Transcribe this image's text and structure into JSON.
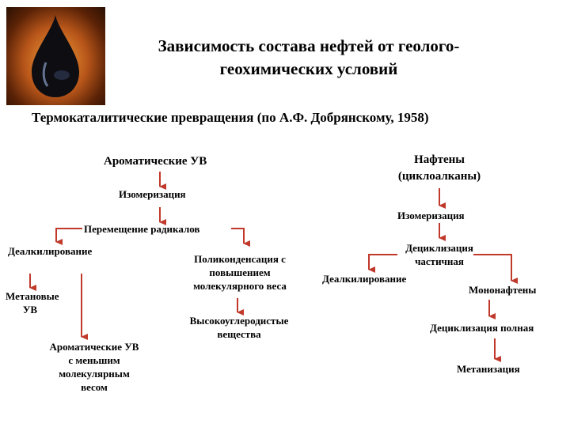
{
  "header": {
    "title_line1": "Зависимость состава нефтей от геолого-",
    "title_line2": "геохимических условий",
    "subtitle": "Термокаталитические превращения (по А.Ф. Добрянскому, 1958)"
  },
  "left": {
    "root": "Ароматические УВ",
    "isomerization": "Изомеризация",
    "radicals": "Перемещение  радикалов",
    "dealkylation": "Деалкилирование",
    "methane_l1": "Метановые",
    "methane_l2": "УВ",
    "aromatic_l1": "Ароматические УВ",
    "aromatic_l2": "с меньшим",
    "aromatic_l3": "молекулярным",
    "aromatic_l4": "весом",
    "poly_l1": "Поликонденсация с",
    "poly_l2": "повышением",
    "poly_l3": "молекулярного веса",
    "highcarbon_l1": "Высокоуглеродистые",
    "highcarbon_l2": "вещества"
  },
  "right": {
    "root_l1": "Нафтены",
    "root_l2": "(циклоалканы)",
    "isomerization": "Изомеризация",
    "decyc_partial_l1": "Дециклизация",
    "decyc_partial_l2": "частичная",
    "dealkylation": "Деалкилирование",
    "mononaphthenes": "Мононафтены",
    "decyc_full": "Дециклизация полная",
    "methanization": "Метанизация"
  },
  "colors": {
    "arrow": "#c0392b",
    "text": "#000000"
  }
}
